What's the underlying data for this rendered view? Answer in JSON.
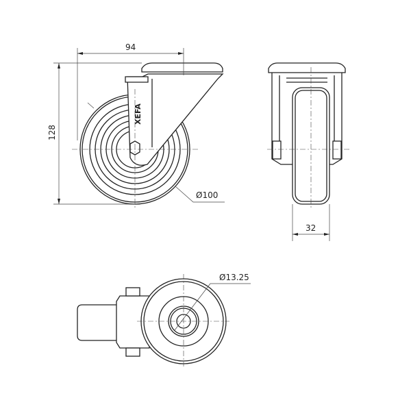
{
  "dimensions": {
    "width": "94",
    "height": "128",
    "wheel_diameter": "Ø100",
    "wheel_width": "32",
    "bolt_hole_diameter": "Ø13.25"
  },
  "logo": "XEFA"
}
